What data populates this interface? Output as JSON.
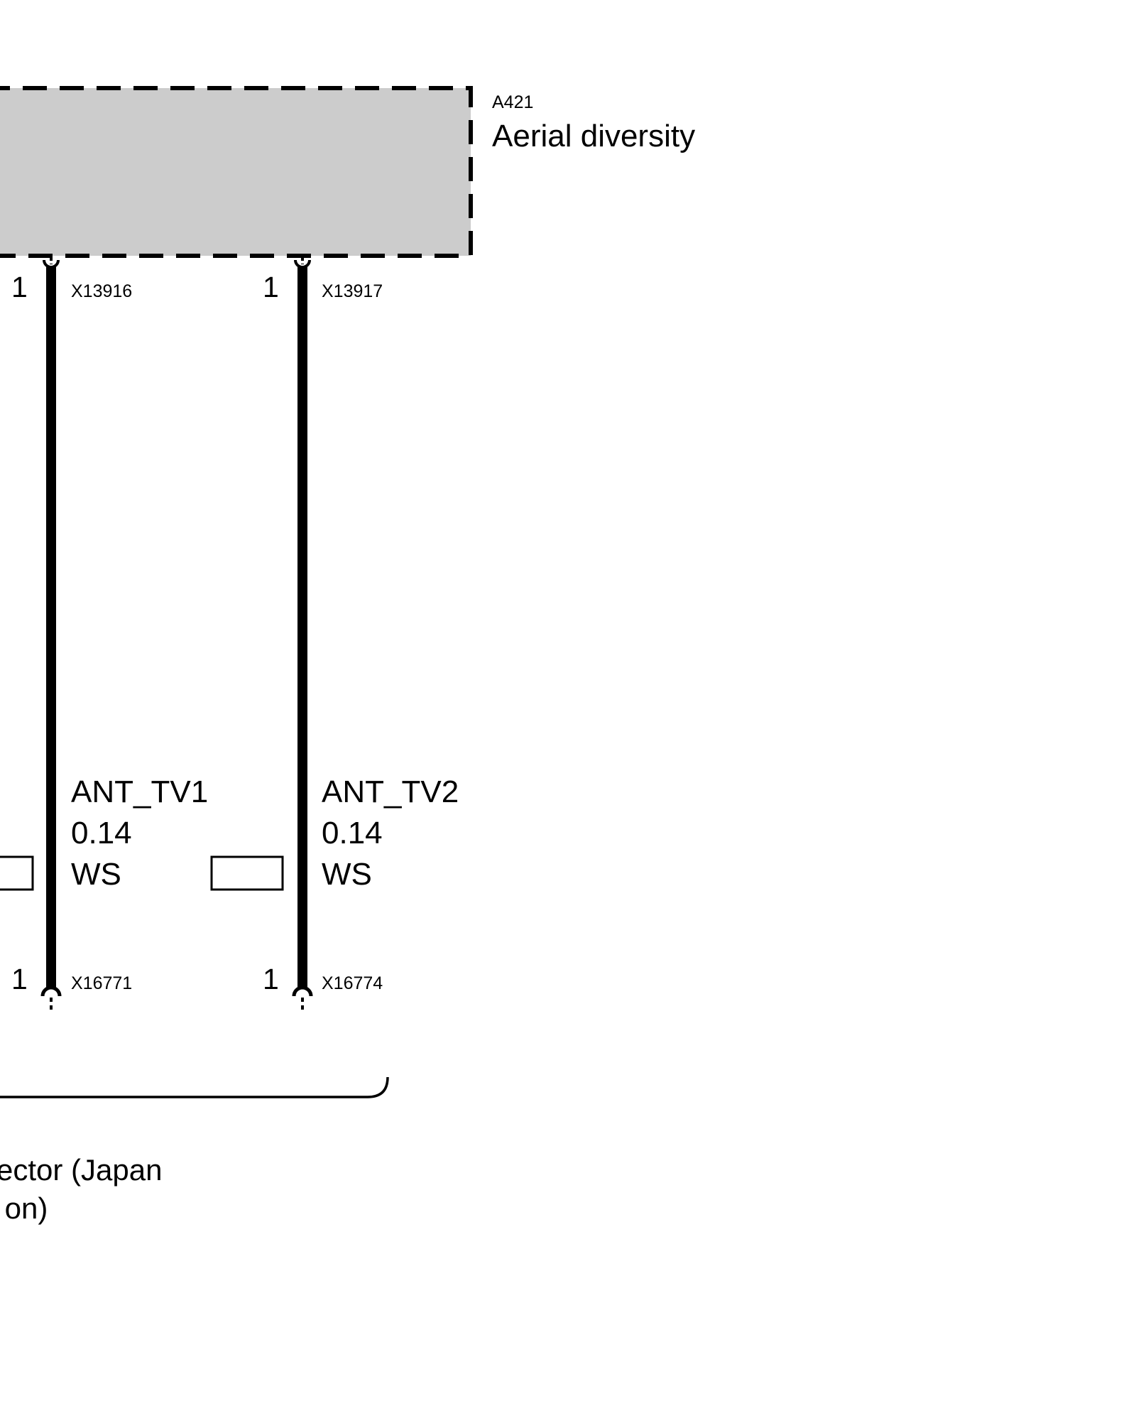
{
  "component": {
    "id": "A421",
    "name": "Aerial diversity",
    "fill_color": "#cccccc"
  },
  "wires": [
    {
      "signal": "ANT_TV1",
      "cross_section": "0.14",
      "color_code": "WS",
      "top_pin": "1",
      "top_connector": "X13916",
      "bottom_pin": "1",
      "bottom_connector": "X16771"
    },
    {
      "signal": "ANT_TV2",
      "cross_section": "0.14",
      "color_code": "WS",
      "top_pin": "1",
      "top_connector": "X13917",
      "bottom_pin": "1",
      "bottom_connector": "X16774"
    }
  ],
  "bracket": {
    "description": "ector (Japan\n on)"
  }
}
